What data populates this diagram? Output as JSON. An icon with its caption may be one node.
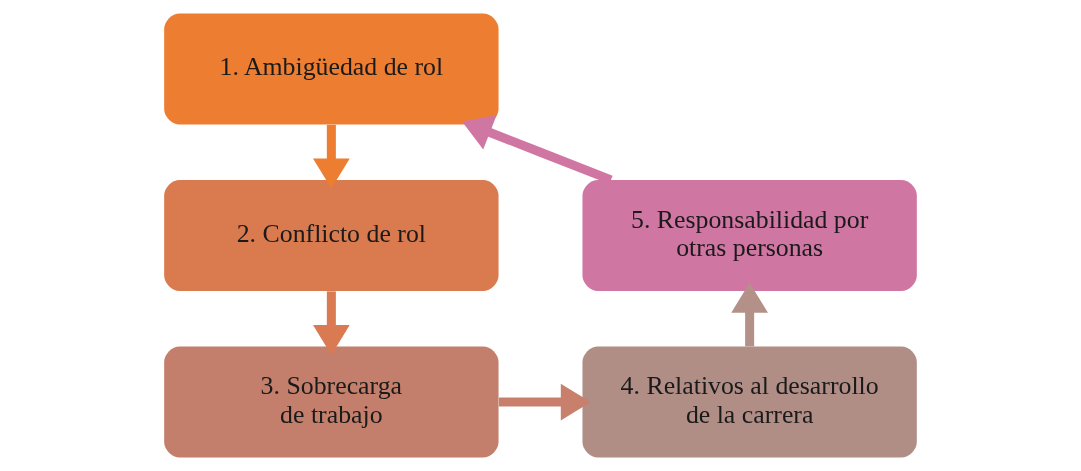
{
  "diagram": {
    "nodes": [
      {
        "text": [
          "1. Ambigüedad de rol"
        ]
      },
      {
        "text": [
          "2. Conflicto de rol"
        ]
      },
      {
        "text": [
          "3. Sobrecarga de trabajo"
        ]
      },
      {
        "text": [
          "4. Relativos al desarrollo de la carrera"
        ]
      },
      {
        "text": [
          "5. Responsabilidad por otras personas"
        ]
      }
    ],
    "edges": [
      {
        "from": 0,
        "to": 1,
        "arrow": "to",
        "color": "#ed7d31"
      },
      {
        "from": 1,
        "to": 2,
        "arrow": "to",
        "color": "#da7a52"
      },
      {
        "from": 2,
        "to": 3,
        "arrow": "to",
        "color": "#c8806c"
      },
      {
        "from": 3,
        "to": 4,
        "arrow": "to",
        "color": "#b39189"
      },
      {
        "from": 4,
        "to": 0,
        "arrow": "to",
        "color": "#d076a3"
      }
    ]
  }
}
